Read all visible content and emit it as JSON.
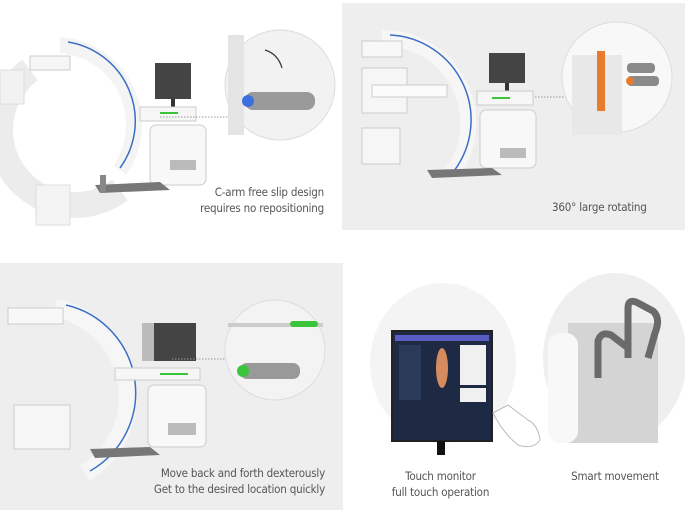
{
  "panels": [
    {
      "caption_line1": "C-arm free slip design",
      "caption_line2": "requires no repositioning"
    },
    {
      "caption_line1": "360° large rotating"
    },
    {
      "caption_line1": "Move back and forth dexterously",
      "caption_line2": "Get to the desired location quickly"
    },
    {
      "caption_line1": "Touch monitor",
      "caption_line2": "full touch operation"
    },
    {
      "caption_line1": "Smart movement"
    }
  ],
  "colors": {
    "panel_gray": "#eeeeee",
    "arm_blue": "#3a6fc4",
    "knob_blue": "#3b6fe0",
    "accent_orange": "#e87b2e",
    "accent_green": "#39c43a",
    "caption": "#555555"
  }
}
